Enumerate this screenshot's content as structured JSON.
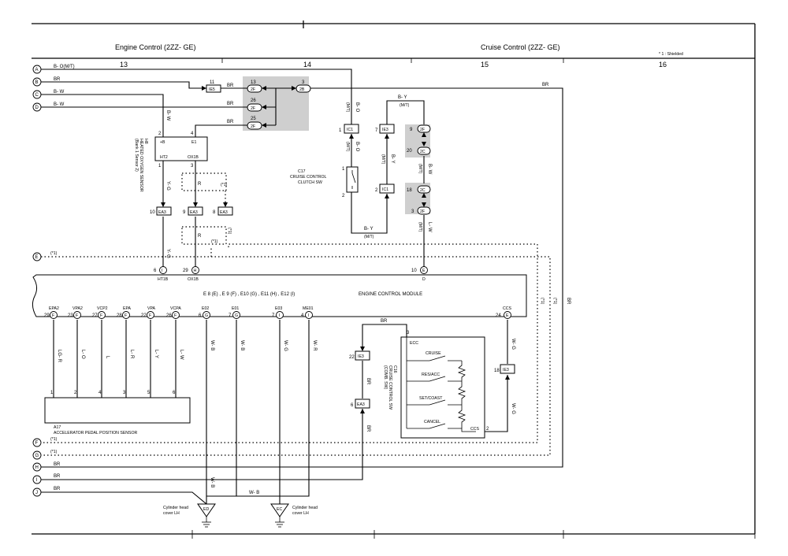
{
  "sections": {
    "engine_control": "Engine Control (2ZZ- GE)",
    "cruise_control": "Cruise Control (2ZZ- GE)",
    "col_13": "13",
    "col_14": "14",
    "col_15": "15",
    "col_16": "16",
    "shield_note": "* 1 : Shielded"
  },
  "left_terminals": [
    {
      "letter": "A",
      "wire": "B- O(M/T)"
    },
    {
      "letter": "B",
      "wire": "BR"
    },
    {
      "letter": "C",
      "wire": "B- W"
    },
    {
      "letter": "D",
      "wire": "B- W"
    },
    {
      "letter": "E",
      "wire": "(*1)"
    },
    {
      "letter": "F",
      "wire": "(*1)"
    },
    {
      "letter": "G",
      "wire": "(*1)"
    },
    {
      "letter": "H",
      "wire": "BR"
    },
    {
      "letter": "I",
      "wire": "BR"
    },
    {
      "letter": "J",
      "wire": "BR"
    }
  ],
  "junctions": {
    "ie5": {
      "pin": "11",
      "name": "IE5"
    },
    "p2f_13": {
      "pin": "13",
      "name": "2F"
    },
    "p2f_26": {
      "pin": "26",
      "name": "2F"
    },
    "p2f_25": {
      "pin": "25",
      "name": "2F"
    },
    "p2b_3": {
      "pin": "3",
      "name": "2B"
    },
    "ic1_top": {
      "pin": "1",
      "name": "IC1"
    },
    "ie3_top": {
      "pin": "7",
      "name": "IE3"
    },
    "ic1_mid": {
      "pin": "2",
      "name": "IC1"
    },
    "p2f_9": {
      "pin": "9",
      "name": "2F"
    },
    "p2c_20": {
      "pin": "20",
      "name": "2C"
    },
    "p2c_18": {
      "pin": "18",
      "name": "2C"
    },
    "p2f_3": {
      "pin": "3",
      "name": "2F"
    },
    "ea3_10": {
      "pin": "10",
      "name": "EA3"
    },
    "ea3_9": {
      "pin": "9",
      "name": "EA3"
    },
    "ea3_8": {
      "pin": "8",
      "name": "EA3"
    },
    "ie3_22": {
      "pin": "22",
      "name": "IE3"
    },
    "ea3_6": {
      "pin": "6",
      "name": "EA3"
    },
    "ie3_18": {
      "pin": "18",
      "name": "IE3"
    }
  },
  "wires": {
    "br": "BR",
    "bw": "B- W",
    "bo": "B- O",
    "mt": "(M/T)",
    "by": "B- Y",
    "yg": "Y- G",
    "r": "R",
    "lw": "L- W",
    "wg": "W- G",
    "wb": "W- B",
    "wr": "W- R",
    "lgr": "LG- R",
    "lo": "L- O",
    "l": "L",
    "lr": "L- R",
    "ly": "L- Y",
    "s1": "(*1)"
  },
  "sensor_h8": {
    "title": "H8",
    "name": "HEATED OXYGEN SENSOR",
    "location": "(Bank 1 Sensor 2)",
    "pin_b": "+B",
    "pin_e1": "E1",
    "pin_ht2": "HT2",
    "pin_ox1b": "OX1B",
    "n2": "2",
    "n4": "4",
    "n1": "1",
    "n3": "3"
  },
  "c17": {
    "code": "C17",
    "name_1": "CRUISE CONTROL",
    "name_2": "CLUTCH SW",
    "n1": "1",
    "n2": "2"
  },
  "ecm": {
    "title": "ENGINE CONTROL MODULE",
    "conn_list": "E 8 (E) , E 9 (F) , E10 (G) , E11 (H) , E12 (I)",
    "top_pins": [
      {
        "num": "6",
        "conn": "I",
        "name": "HT1B"
      },
      {
        "num": "29",
        "conn": "H",
        "name": "OX1B"
      },
      {
        "num": "10",
        "conn": "E",
        "name": "D"
      }
    ],
    "bottom_pins": [
      {
        "num": "29",
        "conn": "F",
        "name": "EPA2"
      },
      {
        "num": "23",
        "conn": "F",
        "name": "VPA2"
      },
      {
        "num": "27",
        "conn": "F",
        "name": "VCP2"
      },
      {
        "num": "28",
        "conn": "F",
        "name": "EPA"
      },
      {
        "num": "22",
        "conn": "F",
        "name": "VPA"
      },
      {
        "num": "26",
        "conn": "F",
        "name": "VCPA"
      },
      {
        "num": "6",
        "conn": "G",
        "name": "E02"
      },
      {
        "num": "7",
        "conn": "G",
        "name": "E01"
      },
      {
        "num": "7",
        "conn": "I",
        "name": "E03"
      },
      {
        "num": "4",
        "conn": "I",
        "name": "ME01"
      },
      {
        "num": "24",
        "conn": "E",
        "name": "CCS"
      }
    ]
  },
  "a17": {
    "code": "A17",
    "name": "ACCELERATOR PEDAL POSITION SENSOR",
    "pins": [
      "1",
      "2",
      "4",
      "3",
      "5",
      "6"
    ]
  },
  "c16": {
    "code": "C16",
    "name_1": "CRUISE CONTROL SW",
    "name_2": "(COMB. SW)",
    "ecc": "ECC",
    "ccs": "CCS",
    "n3": "3",
    "n2": "2",
    "switches": [
      "CRUISE",
      "RES/ACC",
      "SET/COAST",
      "CANCEL"
    ]
  },
  "grounds": {
    "ed": "ED",
    "ec": "EC",
    "ed_label_1": "Cylinder head",
    "ed_label_2": "cover LH",
    "ec_label_1": "Cylinder head",
    "ec_label_2": "cover LH"
  }
}
